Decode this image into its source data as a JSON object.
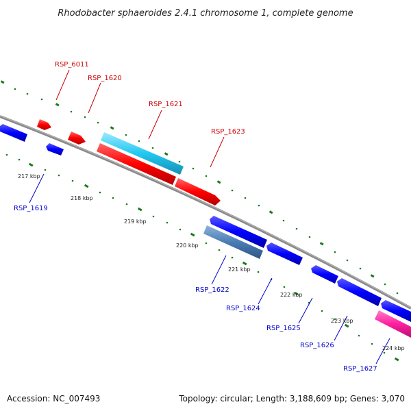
{
  "header": {
    "title": "Rhodobacter sphaeroides 2.4.1 chromosome 1, complete genome"
  },
  "footer": {
    "accession": "Accession: NC_007493",
    "summary": "Topology: circular; Length: 3,188,609 bp; Genes: 3,070"
  },
  "colors": {
    "forward_gene": "#ff0000",
    "reverse_gene": "#0000ff",
    "highlight_forward": "#22c8f0",
    "highlight_reverse": "#4a7db5",
    "pseudo": "#ff1fa0",
    "backbone": "#8a8a8a",
    "tick": "#1a7a1a",
    "forward_label": "#cc0000",
    "reverse_label": "#0000cc"
  },
  "scale": {
    "ticks": [
      {
        "label": "217 kbp"
      },
      {
        "label": "218 kbp"
      },
      {
        "label": "219 kbp"
      },
      {
        "label": "220 kbp"
      },
      {
        "label": "221 kbp"
      },
      {
        "label": "222 kbp"
      },
      {
        "label": "223 kbp"
      },
      {
        "label": "224 kbp"
      }
    ]
  },
  "genes": [
    {
      "id": "RSP_6011",
      "strand": "forward"
    },
    {
      "id": "RSP_1620",
      "strand": "forward"
    },
    {
      "id": "RSP_1621",
      "strand": "forward"
    },
    {
      "id": "RSP_1623",
      "strand": "forward"
    },
    {
      "id": "RSP_1619",
      "strand": "reverse"
    },
    {
      "id": "RSP_1622",
      "strand": "reverse"
    },
    {
      "id": "RSP_1624",
      "strand": "reverse"
    },
    {
      "id": "RSP_1625",
      "strand": "reverse"
    },
    {
      "id": "RSP_1626",
      "strand": "reverse"
    },
    {
      "id": "RSP_1627",
      "strand": "reverse"
    }
  ]
}
